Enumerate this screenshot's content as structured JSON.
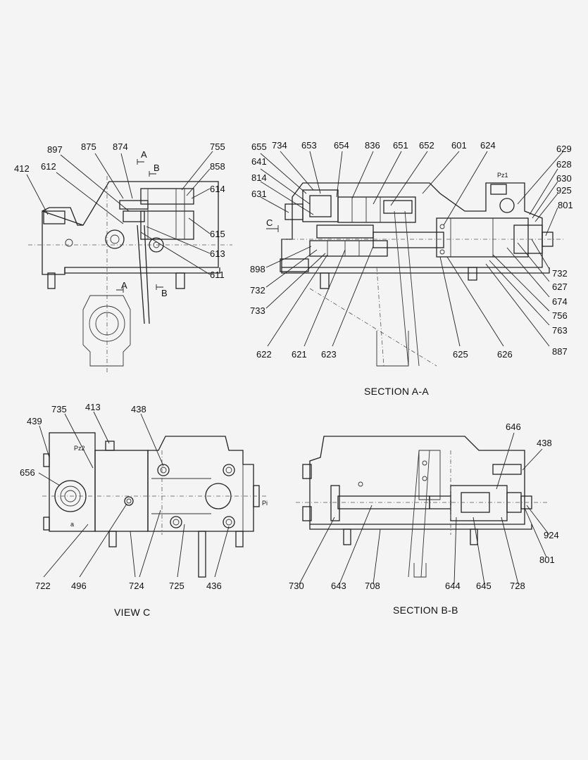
{
  "views": {
    "top_left": {
      "callouts": [
        "412",
        "612",
        "897",
        "875",
        "874",
        "755",
        "858",
        "614",
        "615",
        "613",
        "611"
      ],
      "cut_marks": [
        "A",
        "B",
        "A",
        "B"
      ]
    },
    "section_a_a": {
      "caption": "SECTION  A-A",
      "callouts": [
        "655",
        "734",
        "653",
        "654",
        "836",
        "651",
        "652",
        "601",
        "624",
        "629",
        "641",
        "814",
        "631",
        "628",
        "630",
        "925",
        "801",
        "898",
        "732",
        "733",
        "622",
        "621",
        "623",
        "625",
        "626",
        "887",
        "763",
        "756",
        "674",
        "627",
        "732"
      ],
      "port_label": "Pz1",
      "cut_mark": "C"
    },
    "view_c": {
      "caption": "VIEW  C",
      "callouts": [
        "439",
        "735",
        "413",
        "438",
        "656",
        "722",
        "496",
        "724",
        "725",
        "436"
      ],
      "port_label": "Pz2",
      "port_p1": "Pi",
      "small_a": "a"
    },
    "section_b_b": {
      "caption": "SECTION B-B",
      "callouts": [
        "646",
        "438",
        "924",
        "801",
        "730",
        "643",
        "708",
        "644",
        "645",
        "728"
      ]
    }
  }
}
